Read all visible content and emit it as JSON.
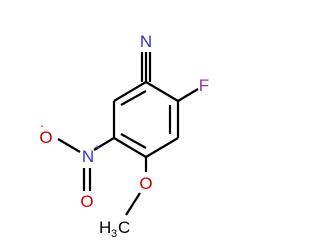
{
  "molecule": {
    "atoms": {
      "nitrile_n": {
        "symbol": "N",
        "color": "#3333cc"
      },
      "fluorine": {
        "symbol": "F",
        "color": "#9933aa"
      },
      "nitro_n": {
        "symbol": "N",
        "charge": "+",
        "color": "#3333cc"
      },
      "nitro_o_minus": {
        "symbol": "O",
        "charge": "-",
        "color": "#cc0000"
      },
      "nitro_o_double": {
        "symbol": "O",
        "color": "#cc0000"
      },
      "ether_o": {
        "symbol": "O",
        "color": "#cc0000"
      },
      "methyl": {
        "symbol": "H",
        "subscript": "3",
        "carbon": "C",
        "color": "#000000"
      }
    },
    "bond_color": "#000000"
  }
}
